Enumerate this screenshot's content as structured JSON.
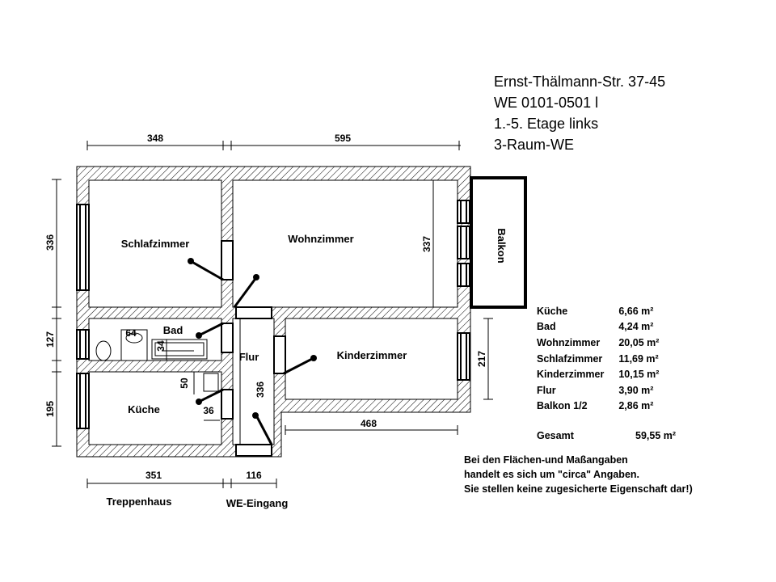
{
  "header": {
    "address": "Ernst-Thälmann-Str. 37-45",
    "unit": "WE 0101-0501 l",
    "floor": "1.-5. Etage links",
    "type": "3-Raum-WE"
  },
  "rooms": {
    "schlafzimmer": "Schlafzimmer",
    "wohnzimmer": "Wohnzimmer",
    "bad": "Bad",
    "kueche": "Küche",
    "flur": "Flur",
    "kinderzimmer": "Kinderzimmer",
    "balkon": "Balkon"
  },
  "dimensions": {
    "top_left": "348",
    "top_right": "595",
    "left_top": "336",
    "left_mid": "127",
    "left_bottom": "195",
    "wohn_height": "337",
    "flur_height": "336",
    "kinder_height": "217",
    "kinder_width": "468",
    "bottom_left": "351",
    "bottom_right": "116",
    "bad_64": "64",
    "bad_34": "34",
    "kueche_50": "50",
    "kueche_36": "36"
  },
  "labels": {
    "treppenhaus": "Treppenhaus",
    "eingang": "WE-Eingang"
  },
  "areas": [
    {
      "name": "Küche",
      "value": "6,66 m²"
    },
    {
      "name": "Bad",
      "value": "4,24 m²"
    },
    {
      "name": "Wohnzimmer",
      "value": "20,05 m²"
    },
    {
      "name": "Schlafzimmer",
      "value": "11,69 m²"
    },
    {
      "name": "Kinderzimmer",
      "value": "10,15 m²"
    },
    {
      "name": "Flur",
      "value": "3,90 m²"
    },
    {
      "name": "Balkon 1/2",
      "value": "2,86 m²"
    }
  ],
  "total": {
    "name": "Gesamt",
    "value": "59,55 m²"
  },
  "note": [
    "Bei den Flächen-und Maßangaben",
    "handelt es sich um \"circa\" Angaben.",
    "Sie stellen keine zugesicherte Eigenschaft dar!)"
  ]
}
